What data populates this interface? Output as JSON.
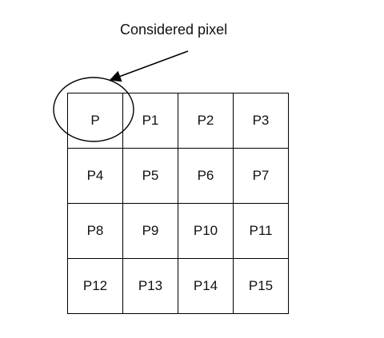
{
  "caption": "Considered pixel",
  "cells": [
    "P",
    "P1",
    "P2",
    "P3",
    "P4",
    "P5",
    "P6",
    "P7",
    "P8",
    "P9",
    "P10",
    "P11",
    "P12",
    "P13",
    "P14",
    "P15"
  ],
  "colors": {
    "stroke": "#000000",
    "text": "#111111",
    "background": "#ffffff"
  }
}
